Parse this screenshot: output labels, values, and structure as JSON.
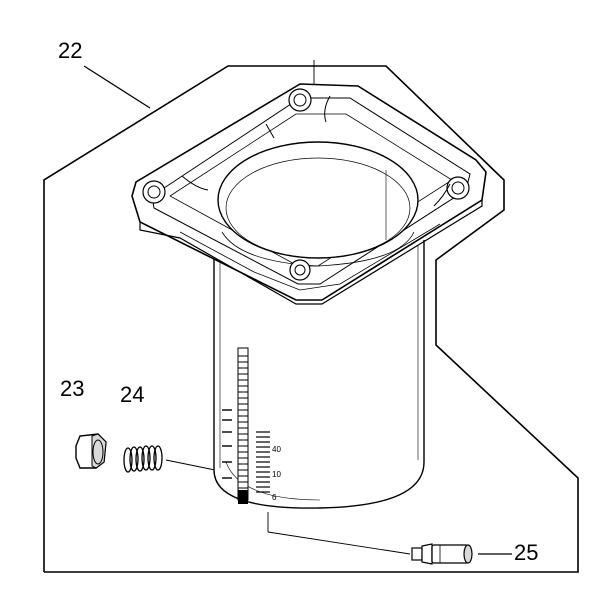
{
  "diagram": {
    "type": "exploded parts view",
    "callouts": [
      {
        "id": "c22",
        "label": "22"
      },
      {
        "id": "c23",
        "label": "23"
      },
      {
        "id": "c24",
        "label": "24"
      },
      {
        "id": "c25",
        "label": "25"
      }
    ],
    "graduation_marks": [
      "40",
      "10",
      "6"
    ],
    "colors": {
      "line": "#000000",
      "background": "#ffffff",
      "shade": "#d9d9d9"
    }
  }
}
